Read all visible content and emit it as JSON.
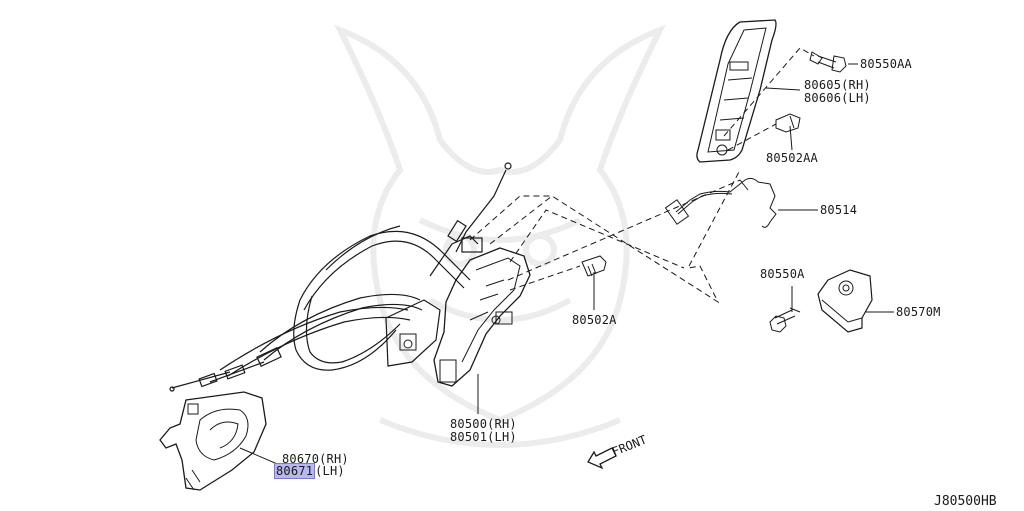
{
  "diagram_code": "J80500HB",
  "front_label": "FRONT",
  "parts": {
    "p80550AA": "80550AA",
    "p80605": "80605(RH)",
    "p80606": "80606(LH)",
    "p80502AA": "80502AA",
    "p80514": "80514",
    "p80502A": "80502A",
    "p80550A": "80550A",
    "p80570M": "80570M",
    "p80500": "80500(RH)",
    "p80501": "80501(LH)",
    "p80670": "80670(RH)",
    "p80671": "80671",
    "p80671_suffix": "(LH)"
  },
  "colors": {
    "highlight": "#b8b8ee",
    "line": "#1a1a1a",
    "watermark": "#ebebeb"
  }
}
